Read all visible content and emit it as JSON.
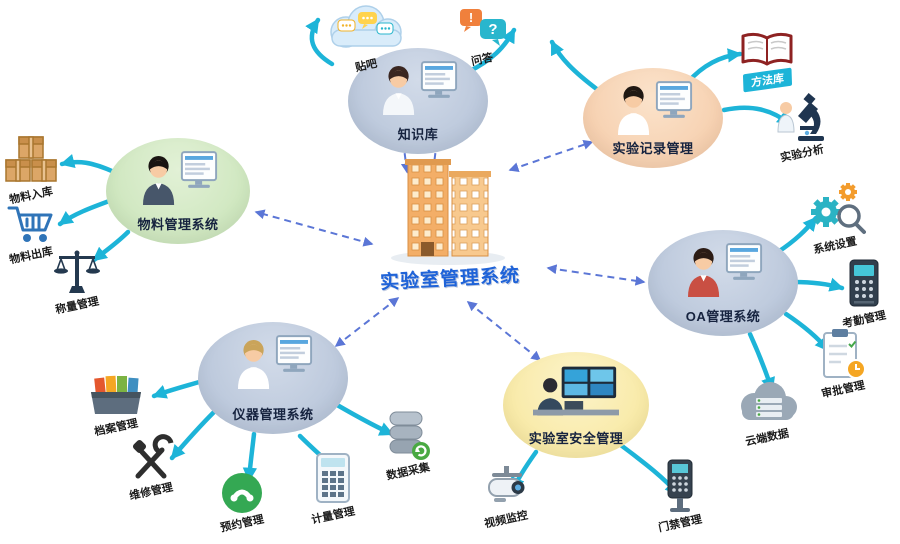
{
  "title": {
    "center": "实验室管理系统"
  },
  "colors": {
    "teal_arrow": "#1db4d8",
    "dashed_arrow": "#5b76d6",
    "title_blue": "#1f63d8",
    "ellipse_blue": "#b9c6da",
    "ellipse_green": "#cde6bd",
    "ellipse_peach": "#f6cfae",
    "ellipse_yellow": "#f8e9a4"
  },
  "nodes": {
    "knowledge": {
      "label": "知识库"
    },
    "record": {
      "label": "实验记录管理"
    },
    "oa": {
      "label": "OA管理系统"
    },
    "material": {
      "label": "物料管理系统"
    },
    "instrument": {
      "label": "仪器管理系统"
    },
    "safety": {
      "label": "实验室安全管理"
    }
  },
  "satellites": {
    "tieba": {
      "label": "贴吧"
    },
    "qa": {
      "label": "问答",
      "bubble1": "!",
      "bubble2": "?"
    },
    "method_lib": {
      "label": "方法库"
    },
    "analysis": {
      "label": "实验分析"
    },
    "settings": {
      "label": "系统设置"
    },
    "attendance": {
      "label": "考勤管理"
    },
    "approval": {
      "label": "审批管理"
    },
    "cloud_data": {
      "label": "云端数据"
    },
    "inbound": {
      "label": "物料入库"
    },
    "outbound": {
      "label": "物料出库"
    },
    "weighing": {
      "label": "称量管理"
    },
    "archive": {
      "label": "档案管理"
    },
    "repair": {
      "label": "维修管理"
    },
    "booking": {
      "label": "预约管理"
    },
    "metering": {
      "label": "计量管理"
    },
    "collection": {
      "label": "数据采集"
    },
    "video": {
      "label": "视频监控"
    },
    "door": {
      "label": "门禁管理"
    }
  }
}
